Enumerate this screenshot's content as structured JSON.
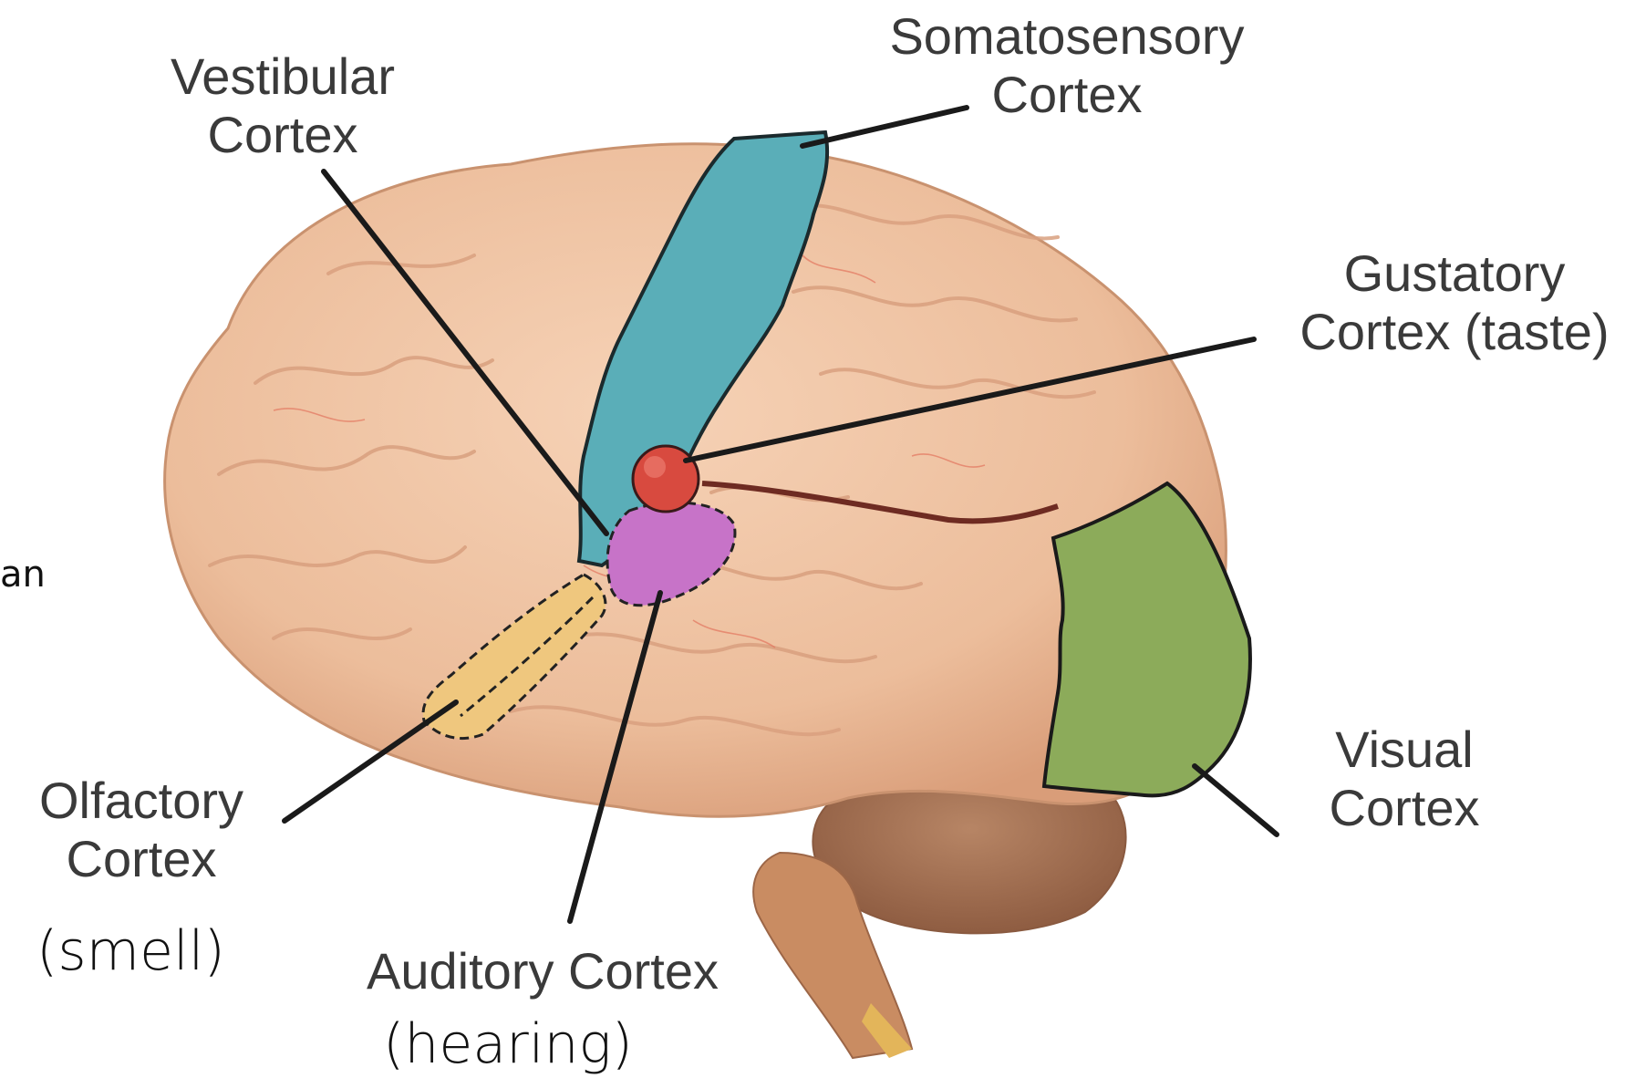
{
  "labels": {
    "vestibular": [
      "Vestibular",
      "Cortex"
    ],
    "somatosensory": [
      "Somatosensory",
      "Cortex"
    ],
    "gustatory": [
      "Gustatory",
      "Cortex (taste)"
    ],
    "visual": [
      "Visual",
      "Cortex"
    ],
    "olfactory": [
      "Olfactory",
      "Cortex"
    ],
    "auditory": "Auditory Cortex"
  },
  "annotations": {
    "olfactory_sense": "(smell)",
    "auditory_sense": "(hearing)",
    "left_fragment": "an"
  },
  "colors": {
    "brain": "#efc3a3",
    "somatosensory": "#5aaeb8",
    "gustatory": "#d84a3f",
    "auditory": "#c773c8",
    "olfactory": "#efc77e",
    "visual": "#8cab5a",
    "cerebellum": "#a9775a"
  }
}
